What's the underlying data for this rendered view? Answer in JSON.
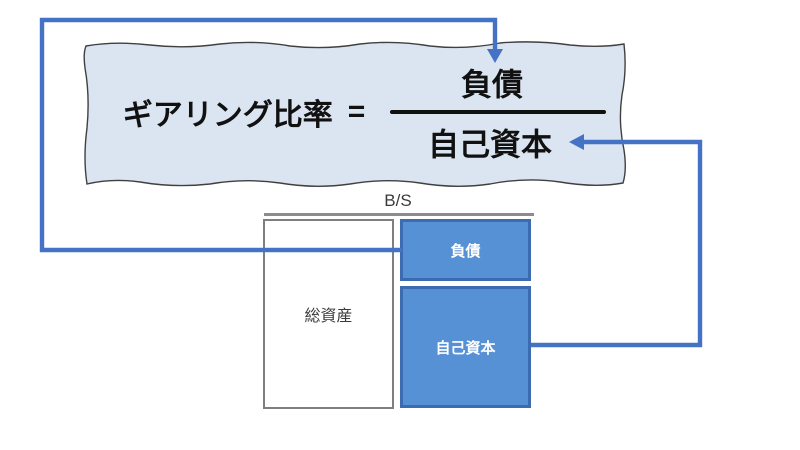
{
  "formula": {
    "lhs": "ギアリング比率",
    "equals": "=",
    "numerator": "負債",
    "denominator": "自己資本"
  },
  "balance_sheet": {
    "title": "B/S",
    "total_assets_label": "総資産",
    "liabilities_label": "負債",
    "equity_label": "自己資本"
  },
  "colors": {
    "connector_blue": "#4472C4",
    "bs_box_fill": "#5690D5",
    "bs_box_border": "#3C6BB0",
    "formula_box_fill": "#DBE5F2",
    "formula_box_border": "#404040",
    "neutral_gray": "#8C8C8C",
    "dark_text": "#3A3A3A",
    "formula_text": "#111111",
    "white_text": "#FFFFFF"
  }
}
